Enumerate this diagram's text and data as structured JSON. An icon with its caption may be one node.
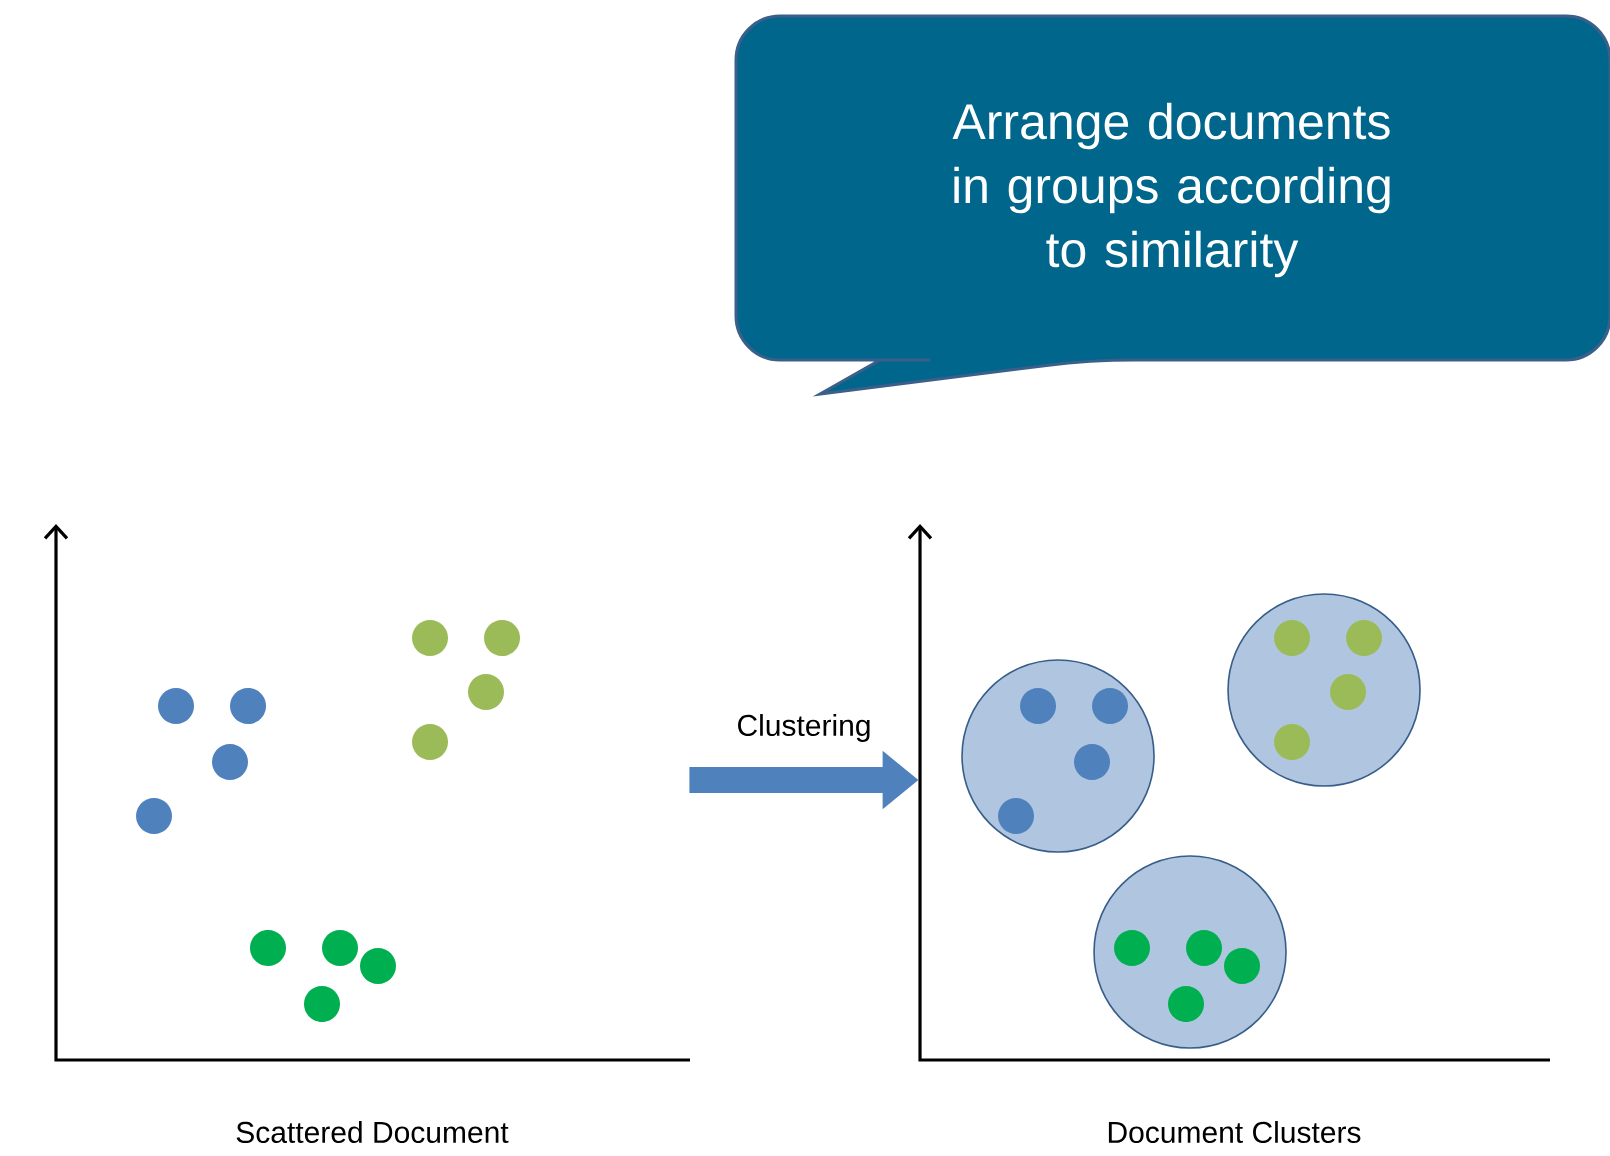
{
  "diagram": {
    "nodes": [
      {
        "text": [
          "Arrange documents in groups according to similarity"
        ]
      },
      {
        "text": [
          "Scattered Document"
        ]
      },
      {
        "text": [
          "Document Clusters"
        ]
      }
    ],
    "edges": [
      {
        "from": 1,
        "to": 2,
        "arrow": "to",
        "label": "Clustering"
      }
    ]
  }
}
